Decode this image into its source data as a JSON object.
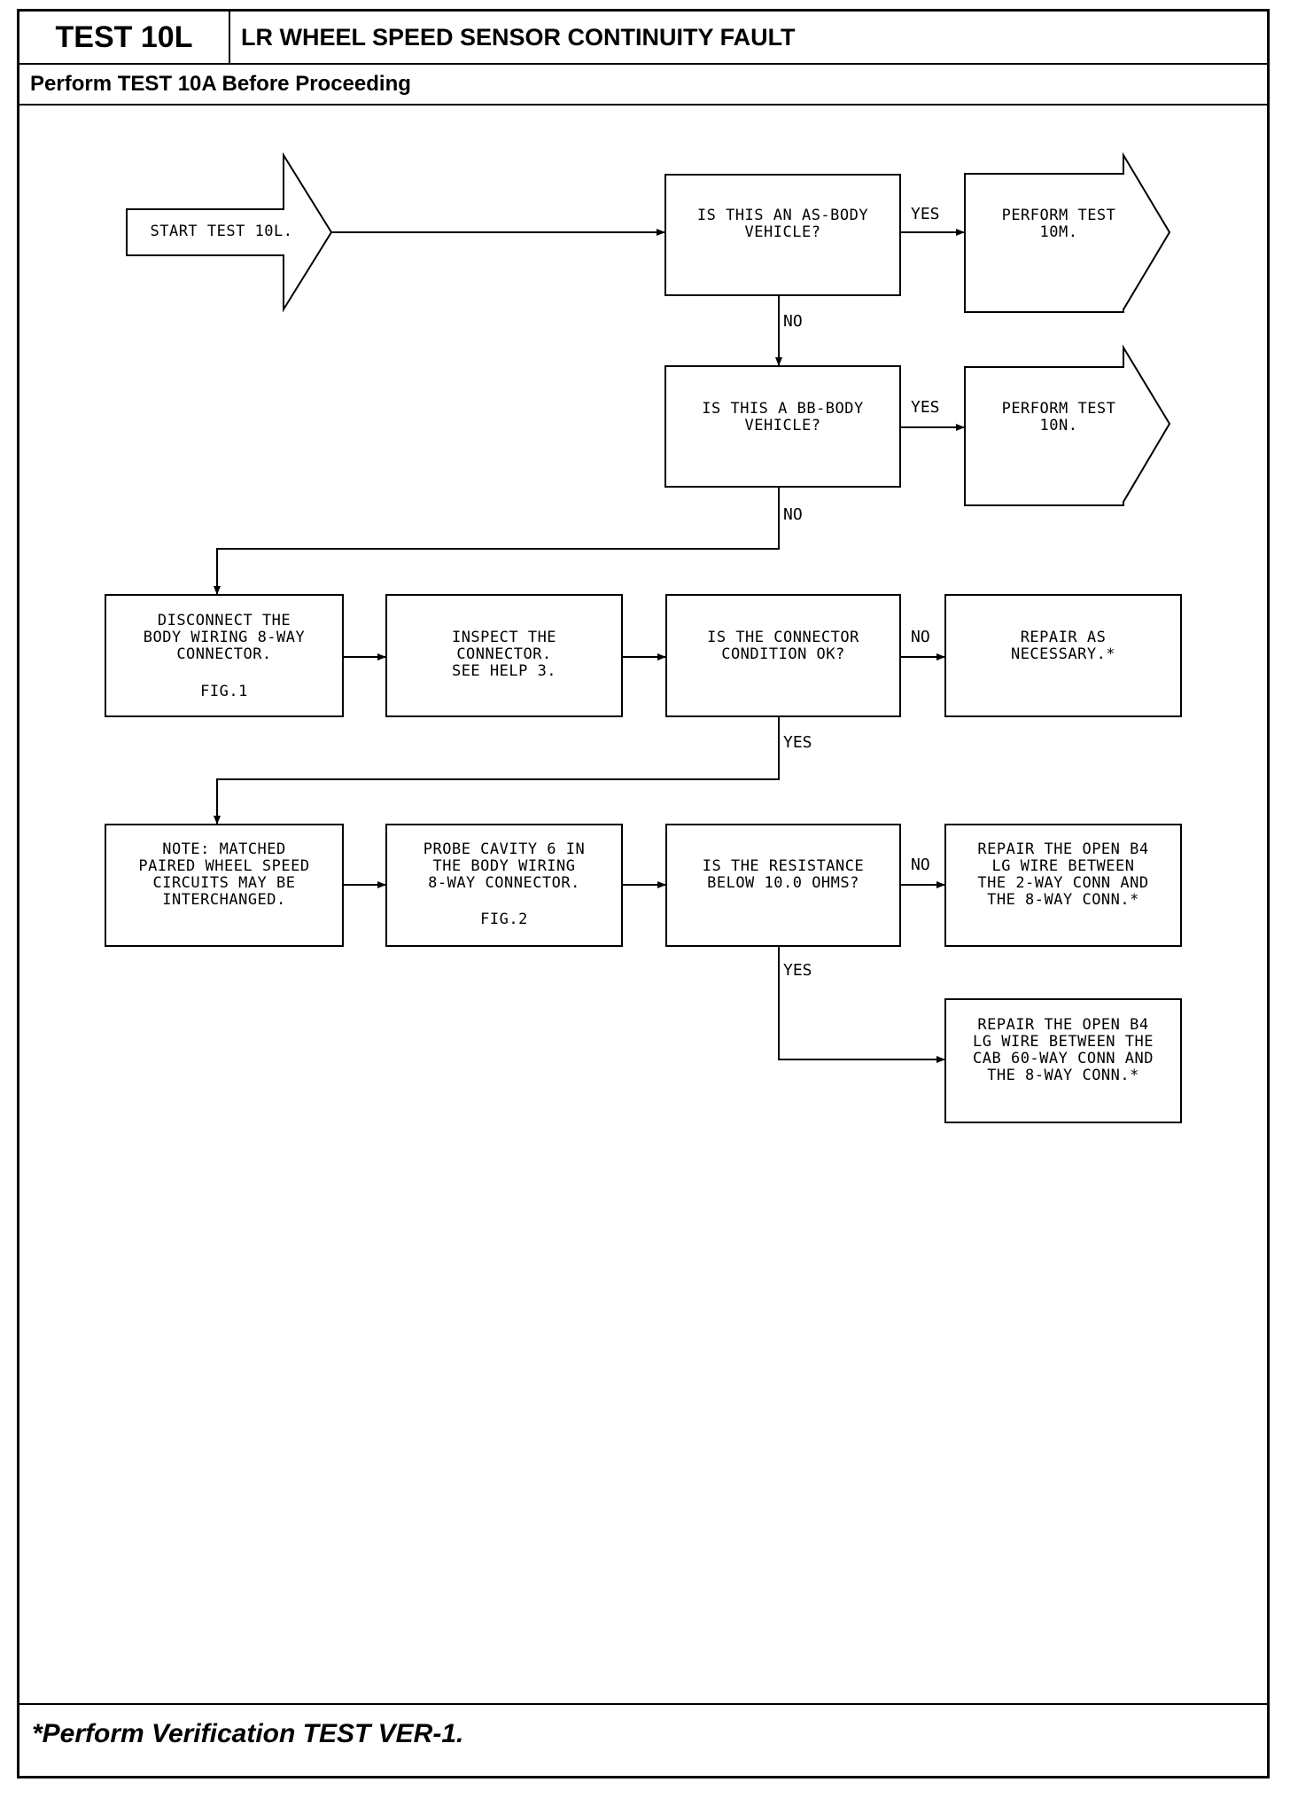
{
  "header": {
    "test_id": "TEST 10L",
    "title": "LR WHEEL SPEED SENSOR CONTINUITY FAULT",
    "prerequisite": "Perform TEST 10A Before Proceeding"
  },
  "nodes": {
    "start": "START TEST 10L.",
    "q_as_body": "IS THIS AN AS-BODY\nVEHICLE?",
    "perform_10m": "PERFORM TEST\n10M.",
    "q_bb_body": "IS THIS A BB-BODY\nVEHICLE?",
    "perform_10n": "PERFORM TEST\n10N.",
    "disconnect": "DISCONNECT THE\nBODY WIRING 8-WAY\nCONNECTOR.",
    "disconnect_fig": "FIG.1",
    "inspect": "INSPECT THE\nCONNECTOR.\nSEE HELP 3.",
    "q_connector": "IS THE CONNECTOR\nCONDITION OK?",
    "repair_necessary": "REPAIR AS\nNECESSARY.*",
    "note": "NOTE:  MATCHED\nPAIRED WHEEL SPEED\nCIRCUITS MAY BE\nINTERCHANGED.",
    "probe": "PROBE CAVITY 6 IN\nTHE BODY WIRING\n8-WAY CONNECTOR.",
    "probe_fig": "FIG.2",
    "q_resistance": "IS THE RESISTANCE\nBELOW 10.0 OHMS?",
    "repair_2way": "REPAIR THE OPEN B4\nLG WIRE BETWEEN\nTHE 2-WAY CONN AND\nTHE 8-WAY CONN.*",
    "repair_cab": "REPAIR THE OPEN B4\nLG WIRE BETWEEN THE\nCAB 60-WAY CONN AND\nTHE 8-WAY CONN.*"
  },
  "labels": {
    "yes": "YES",
    "no": "NO"
  },
  "footer": {
    "note": "*Perform Verification TEST VER-1."
  }
}
